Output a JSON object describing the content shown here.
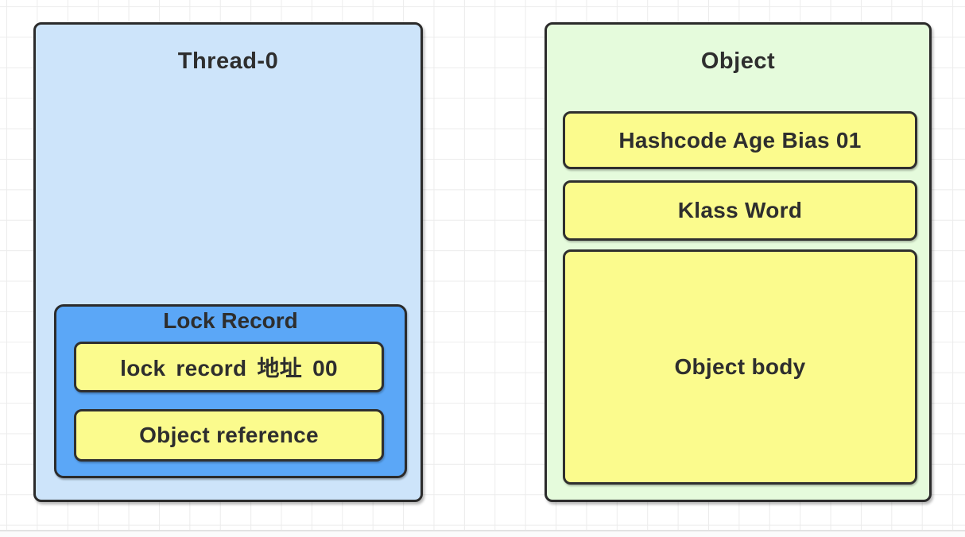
{
  "diagram": {
    "thread": {
      "title": "Thread-0",
      "fill": "#cde4fa",
      "lock_record": {
        "title": "Lock Record",
        "fill": "#5ba7f7",
        "slots": [
          {
            "label": "lock record 地址 00"
          },
          {
            "label": "Object reference"
          }
        ]
      }
    },
    "object": {
      "title": "Object",
      "fill": "#e5fbdc",
      "slots": [
        {
          "label": "Hashcode Age Bias 01"
        },
        {
          "label": "Klass Word"
        },
        {
          "label": "Object body"
        }
      ]
    },
    "style": {
      "slot_fill": "#fbfb8d",
      "border_color": "#2b2b2b",
      "text_color": "#2e2e2e",
      "grid_line_color": "#ececec",
      "canvas_bg": "#ffffff"
    }
  }
}
